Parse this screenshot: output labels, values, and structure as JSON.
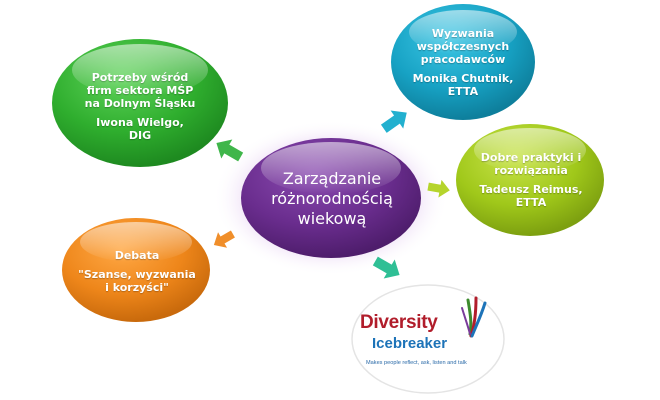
{
  "center": {
    "label": "Zarządzanie\nróżnorodnością\nwiekową"
  },
  "nodes": [
    {
      "id": "green",
      "title": "Potrzeby  wśród\nfirm sektora MŚP\nna Dolnym Śląsku",
      "speaker": "Iwona Wielgo,\nDIG",
      "color": "#34b532"
    },
    {
      "id": "blue",
      "title": "Wyzwania\nwspółczesnych\npracodawców",
      "speaker": "Monika Chutnik,\nETTA",
      "color": "#1aa9c9"
    },
    {
      "id": "lime",
      "title": "Dobre praktyki  i\nrozwiązania",
      "speaker": "Tadeusz Reimus,\nETTA",
      "color": "#a2c91c"
    },
    {
      "id": "orange",
      "title": "Debata",
      "speaker": "\"Szanse, wyzwania\ni korzyści\"",
      "color": "#ef8a1c"
    }
  ],
  "logo": {
    "word1": "Diversity",
    "word2": "Icebreaker",
    "tagline": "Makes people reflect, ask, listen and talk"
  },
  "colors": {
    "center": "#6a2d8e",
    "glow": "#c99ae0",
    "arrow_green": "#3fb64a",
    "arrow_blue": "#22b0cf",
    "arrow_lime": "#b5d42c",
    "arrow_orange": "#f08e2a",
    "arrow_teal": "#2fbf95"
  }
}
